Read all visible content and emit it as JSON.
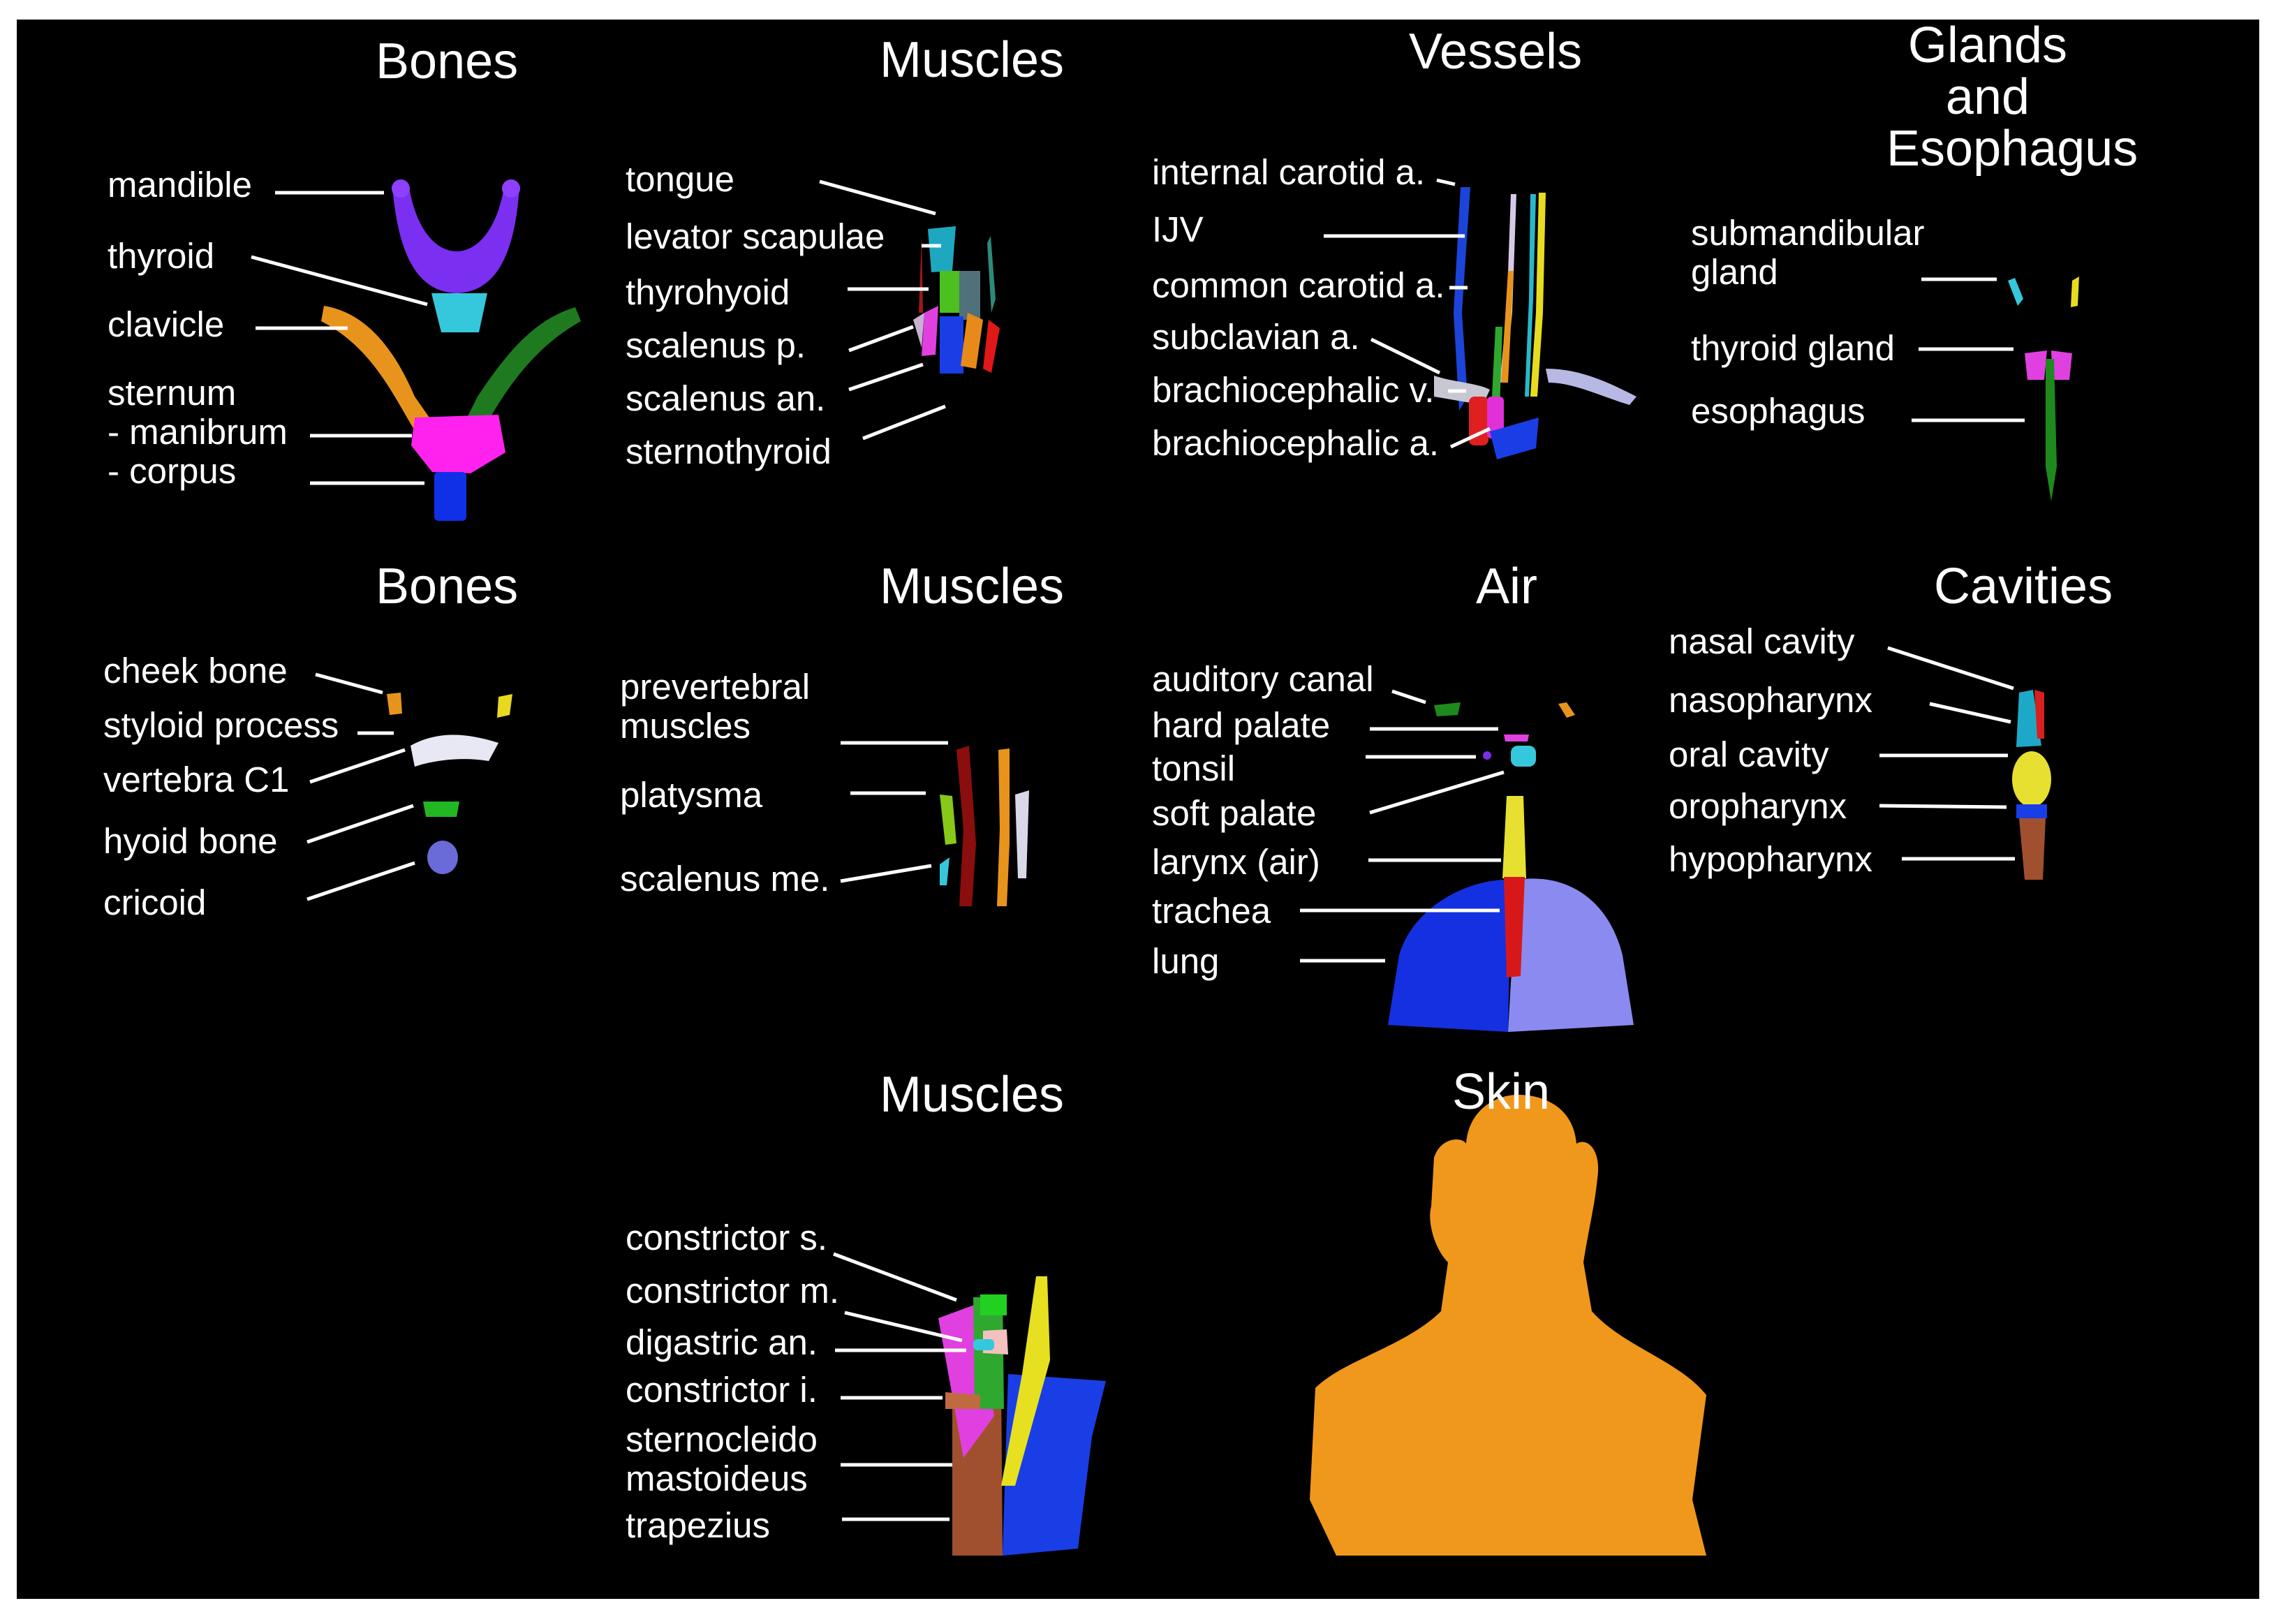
{
  "titles": {
    "bones1": "Bones",
    "muscles1": "Muscles",
    "vessels": "Vessels",
    "glands": "Glands and Esophagus",
    "bones2": "Bones",
    "muscles2": "Muscles",
    "air": "Air",
    "cavities": "Cavities",
    "muscles3": "Muscles",
    "skin": "Skin"
  },
  "labels": {
    "mandible": "mandible",
    "thyroid": "thyroid",
    "clavicle": "clavicle",
    "sternum": "sternum",
    "manibrum": "- manibrum",
    "corpus": "- corpus",
    "tongue": "tongue",
    "levator_scapulae": "levator scapulae",
    "thyrohyoid": "thyrohyoid",
    "scalenus_p": "scalenus p.",
    "scalenus_an": "scalenus an.",
    "sternothyroid": "sternothyroid",
    "internal_carotid": "internal carotid a.",
    "ijv": "IJV",
    "common_carotid": "common carotid a.",
    "subclavian": "subclavian a.",
    "brachiocephalic_v": "brachiocephalic v.",
    "brachiocephalic_a": "brachiocephalic a.",
    "submandibular": "submandibular gland",
    "thyroid_gland": "thyroid gland",
    "esophagus": "esophagus",
    "cheek_bone": "cheek bone",
    "styloid_process": "styloid process",
    "vertebra_c1": "vertebra C1",
    "hyoid_bone": "hyoid bone",
    "cricoid": "cricoid",
    "prevertebral": "prevertebral muscles",
    "platysma": "platysma",
    "scalenus_me": "scalenus me.",
    "auditory_canal": "auditory canal",
    "hard_palate": "hard palate",
    "tonsil": "tonsil",
    "soft_palate": "soft palate",
    "larynx_air": "larynx (air)",
    "trachea": "trachea",
    "lung": "lung",
    "nasal_cavity": "nasal cavity",
    "nasopharynx": "nasopharynx",
    "oral_cavity": "oral cavity",
    "oropharynx": "oropharynx",
    "hypopharynx": "hypopharynx",
    "constrictor_s": "constrictor s.",
    "constrictor_m": "constrictor m.",
    "digastric_an": "digastric an.",
    "constrictor_i": "constrictor i.",
    "sternocleido": "sternocleido mastoideus",
    "trapezius": "trapezius"
  },
  "structure_colors": {
    "mandible": "#7b2ff0",
    "thyroid": "#35c8dc",
    "clavicle_left": "#e8941c",
    "clavicle_right": "#1f7a1f",
    "manubrium": "#ff22ee",
    "sternum_corpus": "#1030e8",
    "lung_left": "#1530e0",
    "lung_right": "#8a8af0",
    "trachea": "#d81818",
    "larynx_air": "#e8e030",
    "skin": "#f0981c",
    "trapezius": "#a0502e",
    "sternocleidomastoideus": "#e6e020"
  },
  "icons": []
}
